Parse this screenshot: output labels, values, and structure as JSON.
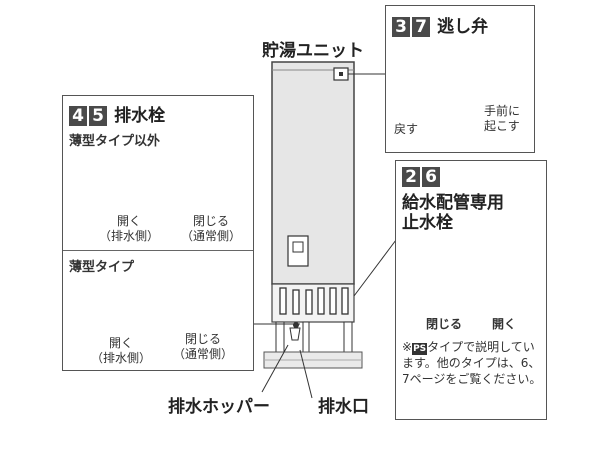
{
  "tank_label": "貯湯ユニット",
  "relief_valve": {
    "numbers": [
      "3",
      "7"
    ],
    "title": "逃し弁",
    "arrow_left": "戻す",
    "arrow_right": "手前に\n起こす"
  },
  "drain_plug": {
    "numbers": [
      "4",
      "5"
    ],
    "title": "排水栓",
    "section1": {
      "label": "薄型タイプ以外",
      "open": "開く\n（排水側）",
      "close": "閉じる\n（通常側）"
    },
    "section2": {
      "label": "薄型タイプ",
      "open": "開く\n（排水側）",
      "close": "閉じる\n（通常側）"
    }
  },
  "water_stop": {
    "numbers": [
      "2",
      "6"
    ],
    "title": "給水配管専用\n止水栓",
    "close": "閉じる",
    "open": "開く",
    "note_prefix": "※",
    "note_badge": "PS",
    "note_text": "タイプで説明しています。他のタイプは、6、7ページをご覧ください。"
  },
  "drain_hopper": "排水ホッパー",
  "drain_outlet": "排水口"
}
